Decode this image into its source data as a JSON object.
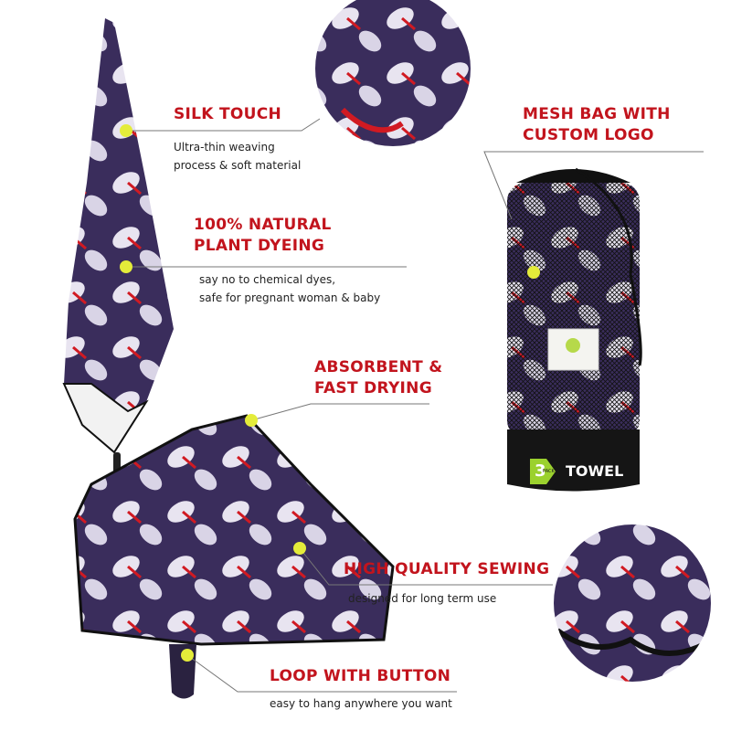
{
  "features": [
    {
      "title_lines": [
        "SILK TOUCH"
      ],
      "desc_lines": [
        "Ultra-thin weaving",
        "process & soft material"
      ]
    },
    {
      "title_lines": [
        "100% NATURAL",
        "PLANT DYEING"
      ],
      "desc_lines": [
        "say no to chemical dyes,",
        "safe for pregnant woman & baby"
      ]
    },
    {
      "title_lines": [
        "MESH BAG WITH",
        "CUSTOM LOGO"
      ],
      "desc_lines": []
    },
    {
      "title_lines": [
        "ABSORBENT &",
        "FAST DRYING"
      ],
      "desc_lines": []
    },
    {
      "title_lines": [
        "HIGH QUALITY SEWING"
      ],
      "desc_lines": [
        "designed for long term use"
      ]
    },
    {
      "title_lines": [
        "LOOP WITH BUTTON"
      ],
      "desc_lines": [
        "easy to hang anywhere you want"
      ]
    }
  ],
  "bag": {
    "badge_number": "3",
    "badge_small": "PACK",
    "label": "TOWEL"
  },
  "colors": {
    "accent_red": "#c2141d",
    "towel_purple": "#3a2d5c",
    "marker_yellow": "#e4ec3a",
    "badge_green": "#9bd12e"
  }
}
